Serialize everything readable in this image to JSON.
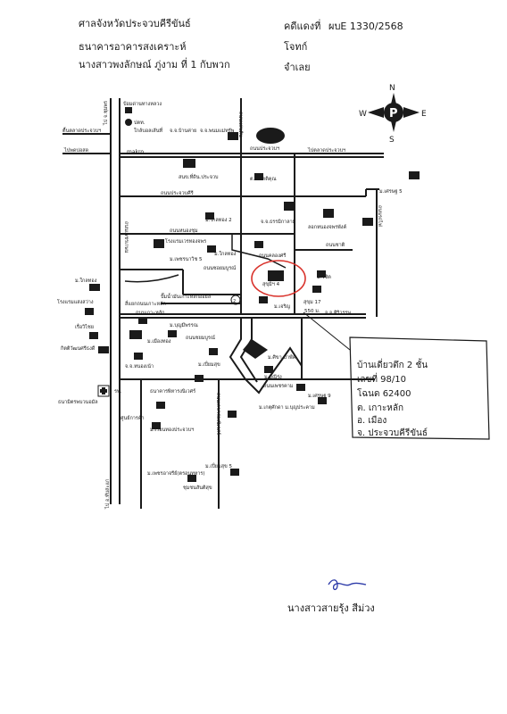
{
  "header": {
    "court": "ศาลจังหวัดประจวบคีรีขันธ์",
    "plaintiff": "ธนาคารอาคารสงเคราะห์",
    "defendant": "นางสาวพงลักษณ์  ภู่งาม  ที่ 1 กับพวก",
    "case_label": "คดีแดงที่",
    "case_number": "ผบE 1330/2568",
    "plaintiff_role": "โจทก์",
    "defendant_role": "จำเลย"
  },
  "compass": {
    "n": "N",
    "s": "S",
    "e": "E",
    "w": "W",
    "icon": "compass-rose-icon"
  },
  "map": {
    "labels": {
      "to_chumphon": "ไป จ.ชุมพร",
      "to_hua_hin": "ไป อ.หัวหิน",
      "pakthang_road": "ป้อมด่านทางหลวง",
      "ptt": "ปตท.",
      "co_op": "ใกล้บอลเส้นที่",
      "ban_kao": "จ.จ.บ้านค่าย",
      "mueang": "จ.จ.พนมแม่ทรัพ",
      "makro": "makro",
      "to_prachuap": "ไปตลาดประจวบฯ",
      "to_prachuap_left": "ไปพดบ่อสด",
      "to_market_left": "ตื้นตลาดประจวบฯ",
      "station": "สนข.ที่ดิน.ประจวบ",
      "temple_road": "ถนนแผ่นดิน",
      "school": "ถนนประจวบฯ",
      "hospital": "ต.จ.กิตติคุณ",
      "prachuap_road": "ถนนประจวบคีรี",
      "village2": "ม.ใกลทอง 2",
      "river": "จ.จ.ธรรมิกาลาม",
      "rice": "ลอกหนองจพรพังค์",
      "railway": "ถนนเพชรเกษม",
      "temple": "ถนนหนองชุม",
      "songkhla": "โรงแรมเวรทองจพร",
      "phet5": "ม.เพชรนาวิช 5",
      "klai": "ม.ใกลทอง",
      "sub_road": "ถนนคลองศรี",
      "railway_right": "ถนนรถไฟ",
      "village_east": "ม.เศรษฐ 5",
      "road_chai": "ถนนชาติ",
      "baan_road": "ถนนซอยมบูรณ์",
      "site": "จ.ประจวบคีรีขัน",
      "moo4": "สุขุมิฯ 4",
      "klaithong_left": "ม.ใกลทอง",
      "village_south": "ม.วิชิต",
      "lpg": "ปั๊มน้ำมันเกาะหลักออยล์",
      "junction": "สี่แยกถนนเกาะหลัก",
      "keo_road": "ถนนเกาะหลัก",
      "hotel_left": "โรงแรมแสงสว่าง",
      "num2": "2",
      "sun": "ม.เจริญ",
      "su13": "ม.ธรรมฯ",
      "aed": "จ.จ.ศิริวรรษ",
      "m550": "550 ม.",
      "muang_right": "สุขุม 17",
      "road_left_label": "เรื่อวิไชย",
      "suk_label": "กิตติวัฒนศรีธงดี",
      "jong": "ม.บุญมีพรรณ",
      "village_mueang": "ม.เมืองทอง",
      "sala": "ถนนชยมบูรณ์",
      "shop": "ม.ศิขา ปาฬ์ค",
      "pool": "จ.จ.หนองเน้า",
      "pinsuk": "ม.เปี่ยมสุข",
      "manee": "ม.มณีรุ่ง",
      "bypass": "ถนนเพชรคาม",
      "school2": "ม.เศรษฐ 9",
      "temple2": "ม.เกตุศักดา ม.บุญประคาม",
      "hospital2": "ธนาคารพิหารงนิเวศร์",
      "karuna": "ถนนเลขาร่องนิเวศร์",
      "phet_road": "ม.เรือนทองประจวบฯ",
      "piam5": "ม.เปี่ยมสุข 5",
      "phetsakorn": "ม.เพชรอาจรีย์(ตรอนทหาร)",
      "hw_label": "ถนนเลขาร่องนิเวศร์",
      "school_bottom": "ชุมชนสันติสุข",
      "to_bang": "ไป อ.ทับสะแก",
      "hospital_left": "ธนามิตรพบวนอมัล",
      "supermarket": "ศูนย์การค้า",
      "hospital_sym": "รพ."
    }
  },
  "annotation": {
    "line1": "บ้านเดี่ยวตึก  2  ชั้น",
    "line2": "เลขที่  98/10",
    "line3": "โฉนด  62400",
    "line4": "ต. เกาะหลัก",
    "line5": "อ. เมือง",
    "line6": "จ. ประจวบคีรีขันธ์"
  },
  "signature": {
    "name": "นางสาวสายรุ้ง  สีม่วง"
  },
  "colors": {
    "ink": "#1a1a1a",
    "red_circle": "#d9322b",
    "signature_ink": "#2c3aa8"
  }
}
